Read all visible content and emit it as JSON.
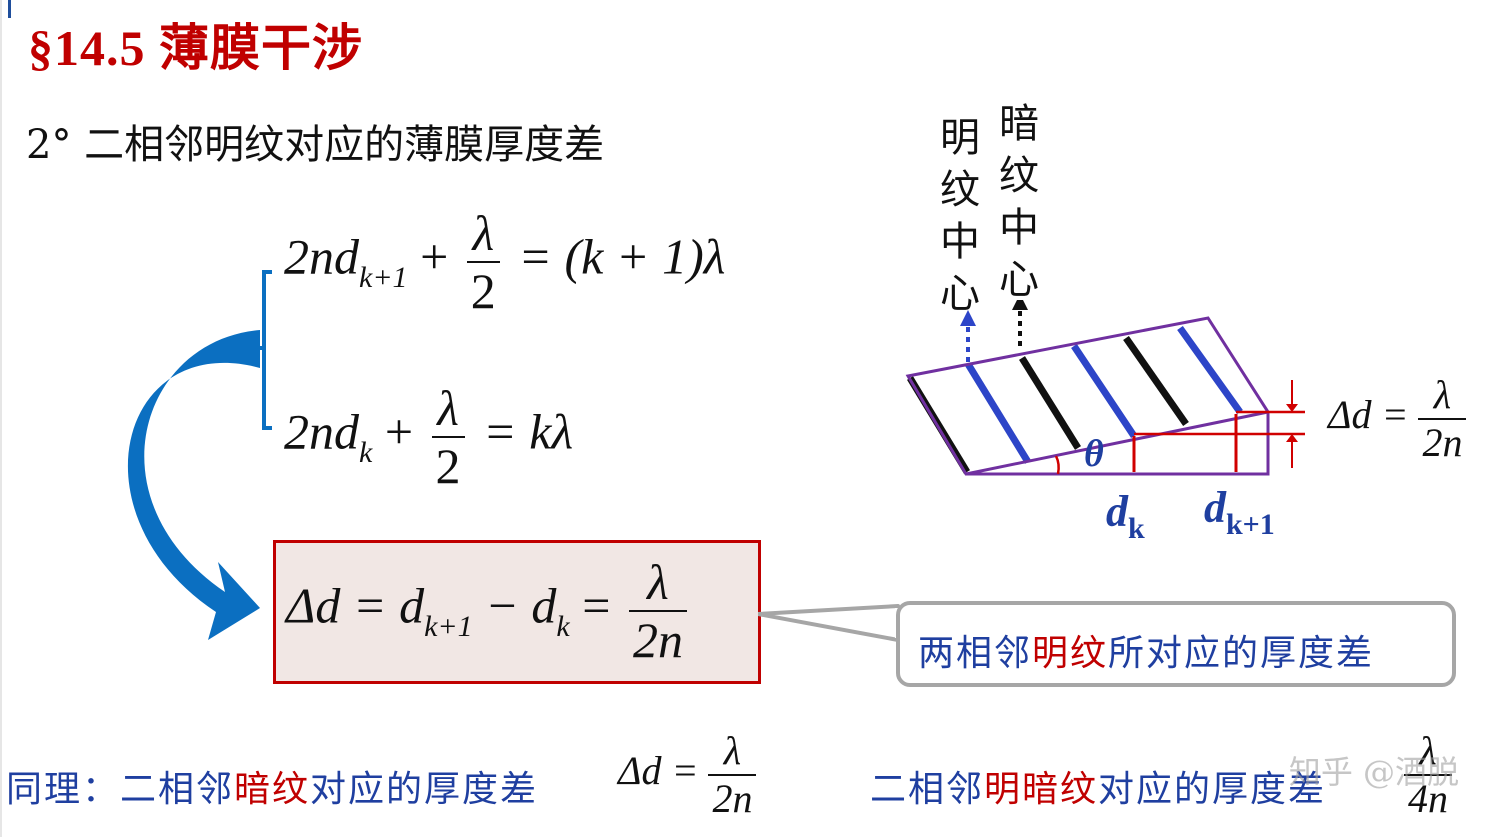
{
  "title": "§14.5  薄膜干涉",
  "subtitle": "2°  二相邻明纹对应的薄膜厚度差",
  "eq1": {
    "lhs": "2nd",
    "sub": "k+1",
    "plus": "+",
    "num": "λ",
    "den": "2",
    "rhs": "= (k + 1)λ"
  },
  "eq2": {
    "lhs": "2nd",
    "sub": "k",
    "plus": "+",
    "num": "λ",
    "den": "2",
    "rhs": "= kλ"
  },
  "boxed_eq": {
    "lhs": "Δd = d",
    "sub1": "k+1",
    "mid": "− d",
    "sub2": "k",
    "eq": "=",
    "num": "λ",
    "den": "2n"
  },
  "callout": {
    "part1": "两相邻",
    "part2": "明纹",
    "part3": "所对应的厚度差"
  },
  "diagram": {
    "bright_label": "明纹中心",
    "dark_label": "暗纹中心",
    "theta": "θ",
    "dk": "d",
    "dk_sub": "k",
    "dk1": "d",
    "dk1_sub": "k+1",
    "delta_lhs": "Δd =",
    "delta_num": "λ",
    "delta_den": "2n"
  },
  "bottom_left": {
    "part1": "同理：二相邻",
    "part2": "暗纹",
    "part3": "对应的厚度差",
    "formula": "Δd =",
    "num": "λ",
    "den": "2n"
  },
  "bottom_right": {
    "part1": "二相邻",
    "part2": "明暗纹",
    "part3": "对应的厚度差",
    "num": "λ",
    "den": "4n"
  },
  "watermark": "知乎 @酒脱",
  "colors": {
    "title_red": "#c00000",
    "blue": "#1f3fa0",
    "arrow_blue": "#0b6fc1",
    "wedge_purple": "#7030a0",
    "box_fill": "#f1e7e4"
  }
}
